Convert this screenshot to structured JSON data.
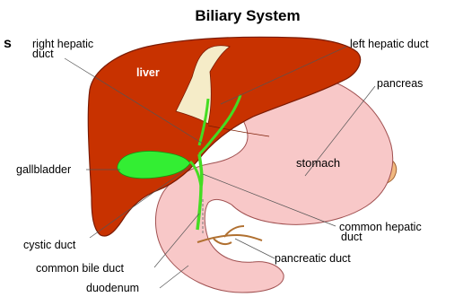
{
  "diagram": {
    "title": "Biliary System",
    "edge_fragment": "s",
    "organ_labels": {
      "liver": "liver",
      "stomach": "stomach"
    },
    "labels": {
      "right_hepatic_duct_line1": "right hepatic",
      "right_hepatic_duct_line2": "duct",
      "left_hepatic_duct": "left hepatic duct",
      "pancreas": "pancreas",
      "gallbladder": "gallbladder",
      "common_hepatic_duct_line1": "common hepatic",
      "common_hepatic_duct_line2": "duct",
      "cystic_duct": "cystic duct",
      "pancreatic_duct": "pancreatic duct",
      "common_bile_duct": "common bile duct",
      "duodenum": "duodenum"
    },
    "colors": {
      "liver": "#c83200",
      "liver_outline": "#7a1a00",
      "ligament": "#f5ecc8",
      "stomach": "#f8c8c8",
      "stomach_outline": "#a05050",
      "pancreas": "#f0b880",
      "gallbladder": "#33ee33",
      "duct": "#44dd22",
      "pancreatic_duct": "#b07030",
      "leader_line": "#555555"
    }
  }
}
